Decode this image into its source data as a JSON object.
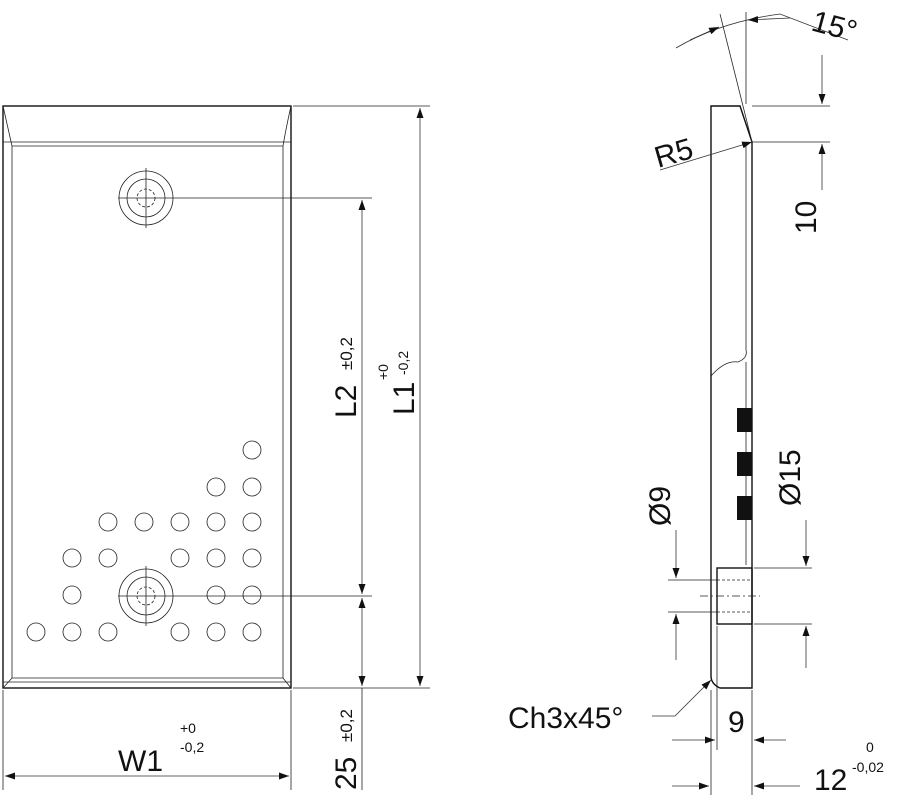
{
  "front_view": {
    "labels": {
      "l1": "L1",
      "l1_tol_upper": "+0",
      "l1_tol_lower": "-0,2",
      "l2": "L2",
      "l2_tol": "±0,2",
      "w1": "W1",
      "w1_tol_upper": "+0",
      "w1_tol_lower": "-0,2",
      "bottom_offset": "25",
      "bottom_offset_tol": "±0,2"
    }
  },
  "side_view": {
    "labels": {
      "angle": "15°",
      "radius": "R5",
      "top_offset": "10",
      "diameter_small": "Ø9",
      "diameter_large": "Ø15",
      "chamfer": "Ch3x45°",
      "boss_width": "9",
      "thickness": "12",
      "thickness_tol_upper": "0",
      "thickness_tol_lower": "-0,02"
    }
  },
  "colors": {
    "line": "#111111",
    "background": "#ffffff"
  }
}
